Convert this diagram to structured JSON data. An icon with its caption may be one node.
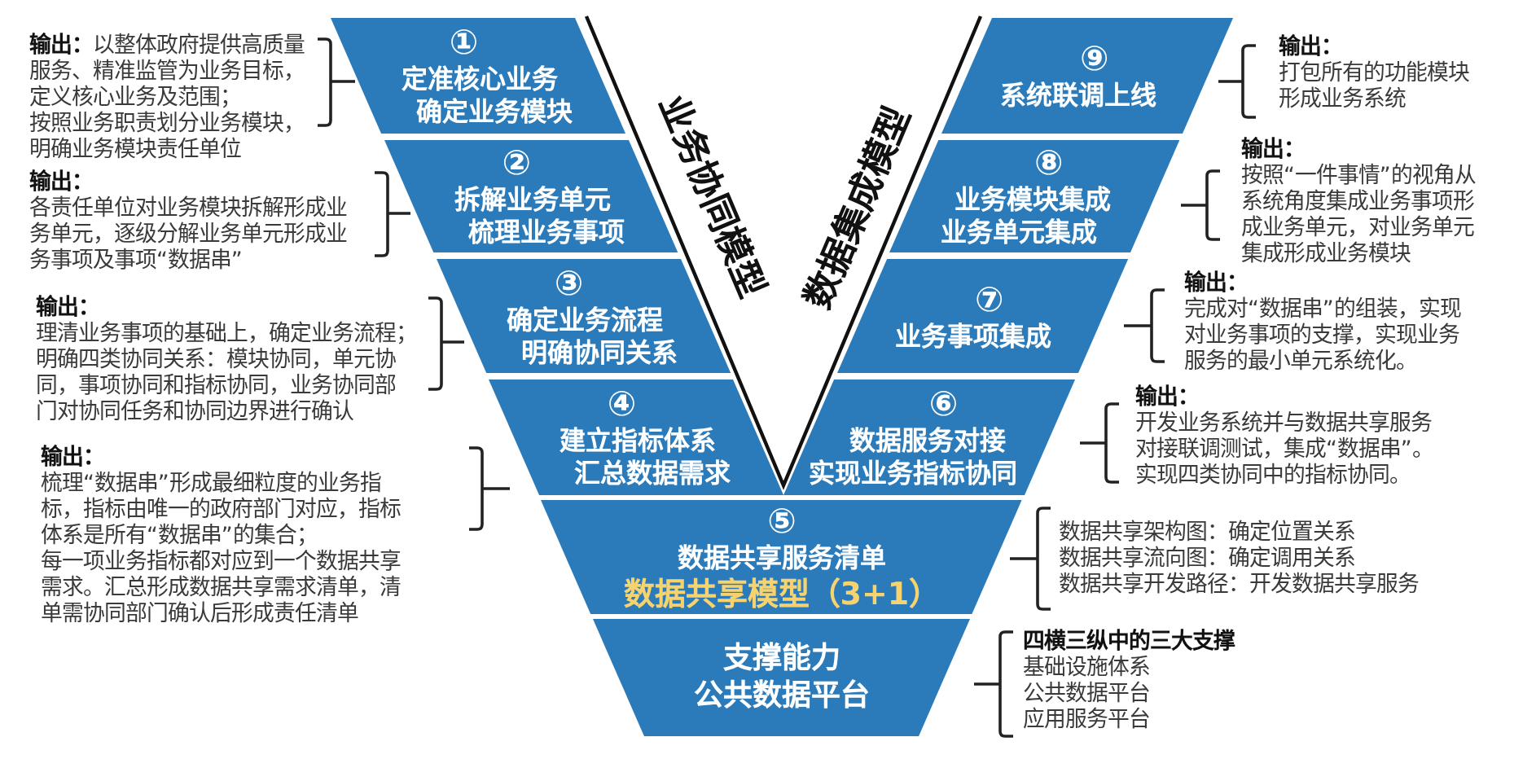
{
  "diagram": {
    "nodes": [
      {
        "text": [
          "①",
          "定准核心业务",
          "确定业务模块"
        ],
        "beside": [
          "**输出：**以整体政府提供高质量服务、精准监管为业务目标，定义核心业务及范围；",
          "按照业务职责划分业务模块，明确业务模块责任单位"
        ]
      },
      {
        "text": [
          "②",
          "拆解业务单元",
          "梳理业务事项"
        ],
        "beside": [
          "输出：",
          "各责任单位对业务模块拆解形成业务单元，逐级分解业务单元形成业务事项及事项“数据串”"
        ]
      },
      {
        "text": [
          "③",
          "确定业务流程",
          "明确协同关系"
        ],
        "beside": [
          "输出：",
          "理清业务事项的基础上，确定业务流程；",
          "明确四类协同关系：模块协同，单元协同，事项协同和指标协同，业务协同部门对协同任务和协同边界进行确认"
        ]
      },
      {
        "text": [
          "④",
          "建立指标体系",
          "汇总数据需求"
        ],
        "beside": [
          "输出：",
          "梳理“数据串”形成最细粒度的业务指标，指标由唯一的政府部门对应，指标体系是所有“数据串”的集合；",
          "每一项业务指标都对应到一个数据共享需求。汇总形成数据共享需求清单，清单需协同部门确认后形成责任清单"
        ]
      },
      {
        "text": [
          "⑤",
          "数据共享服务清单",
          "数据共享模型（3+1）"
        ],
        "beside": [
          "数据共享架构图：确定位置关系",
          "数据共享流向图：确定调用关系",
          "数据共享开发路径：开发数据共享服务"
        ]
      },
      {
        "text": [
          "⑥",
          "数据服务对接",
          "实现业务指标协同"
        ],
        "beside": [
          "输出：",
          "开发业务系统并与数据共享服务对接联调测试，集成“数据串”。",
          "实现四类协同中的指标协同。"
        ]
      },
      {
        "text": [
          "⑦",
          "业务事项集成"
        ],
        "beside": [
          "输出：",
          "完成对“数据串”的组装，实现对业务事项的支撑，实现业务服务的最小单元系统化。"
        ]
      },
      {
        "text": [
          "⑧",
          "业务模块集成",
          "业务单元集成"
        ],
        "beside": [
          "输出：",
          "按照“一件事情”的视角从系统角度集成业务事项形成业务单元，对业务单元集成形成业务模块"
        ]
      },
      {
        "text": [
          "⑨",
          "系统联调上线"
        ],
        "beside": [
          "输出：",
          "打包所有的功能模块形成业务系统"
        ]
      },
      {
        "text": [
          "支撑能力",
          "公共数据平台"
        ],
        "beside": [
          "四横三纵中的三大支撑",
          "基础设施体系",
          "公共数据平台",
          "应用服务平台"
        ]
      }
    ],
    "labels": [
      "业务协同模型",
      "数据集成模型"
    ]
  }
}
